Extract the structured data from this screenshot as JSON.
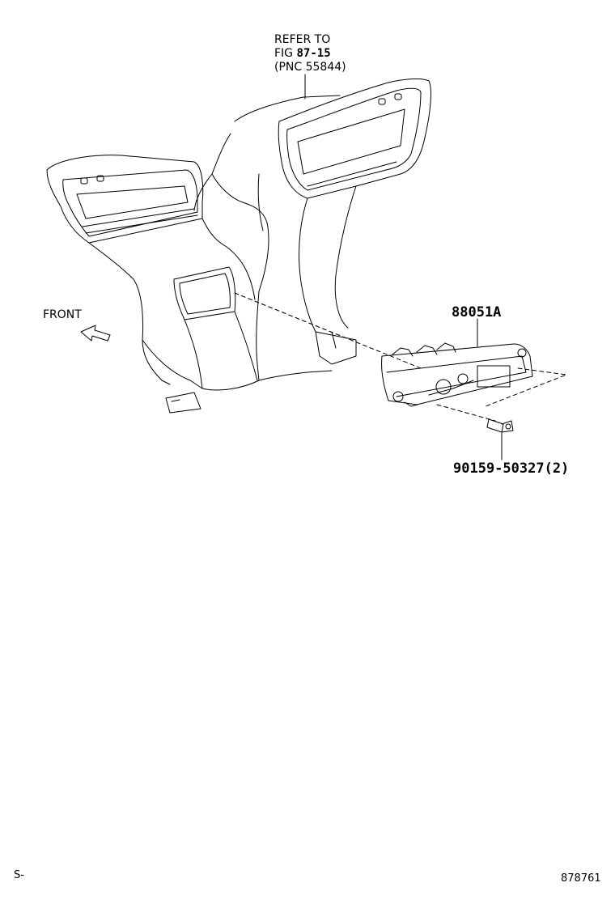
{
  "diagram": {
    "reference": {
      "line1": "REFER TO",
      "line2_prefix": "FIG ",
      "line2_fig": "87-15",
      "line3": "(PNC 55844)"
    },
    "front_label": "FRONT",
    "parts": {
      "control_assembly": "88051A",
      "screw": "90159-50327(2)"
    },
    "footer": {
      "left_code": "S-",
      "right_code": "878761"
    },
    "colors": {
      "line": "#000000",
      "background": "#ffffff"
    }
  }
}
